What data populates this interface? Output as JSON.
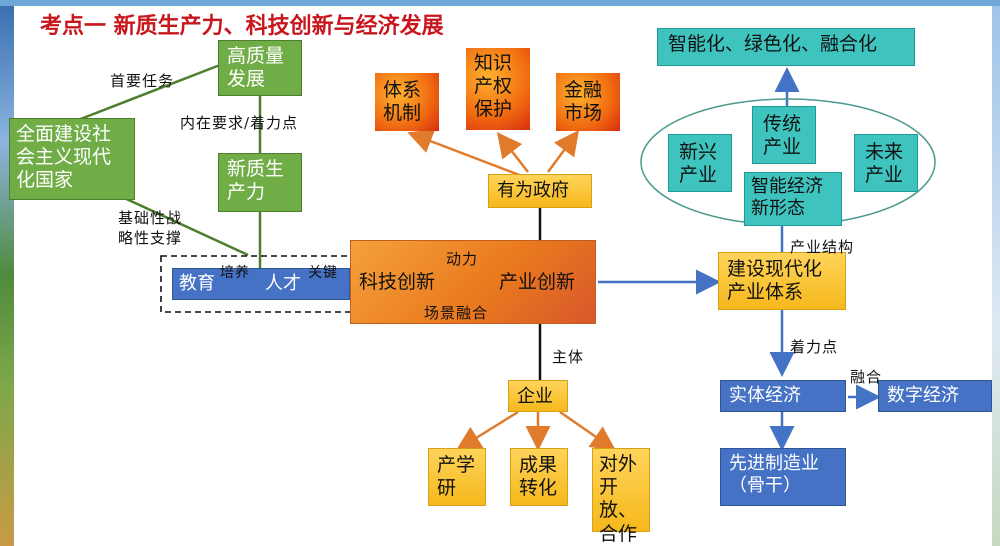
{
  "title": "考点一  新质生产力、科技创新与经济发展",
  "nodes": {
    "high_quality": "高质量\n发展",
    "modern_country": "全面建设社\n会主义现代\n化国家",
    "new_productivity": "新质生\n产力",
    "education": "教育",
    "talent": "人才",
    "sci_innovation": "科技创新",
    "industry_innovation": "产业创新",
    "system": "体系\n机制",
    "ip": "知识\n产权\n保护",
    "finance": "金融\n市场",
    "gov": "有为政府",
    "enterprise": "企业",
    "univ": "产学\n研",
    "transfer": "成果\n转化",
    "openness": "对外\n开放、\n合作",
    "smart": "智能化、绿色化、融合化",
    "emerging": "新兴\n产业",
    "traditional": "传统\n产业",
    "future": "未来\n产业",
    "new_form": "智能经济\n新形态",
    "modern_industry": "建设现代化\n产业体系",
    "real_economy": "实体经济",
    "digital_economy": "数字经济",
    "manufacturing": "先进制造业\n（骨干）"
  },
  "labels": {
    "primary_task": "首要任务",
    "requirement": "内在要求/着力点",
    "strategic": "基础性战\n略性支撑",
    "cultivate": "培养",
    "key": "关键",
    "power": "动力",
    "scene": "场景融合",
    "subject": "主体",
    "structure": "产业结构",
    "focus": "着力点",
    "fusion": "融合"
  },
  "colors": {
    "title": "#c8161d",
    "green": "#70ad47",
    "orange": "#ed7d31",
    "yellow": "#ffc000",
    "teal": "#3fc3be",
    "blue": "#4472c4",
    "arrow_orange": "#e07b2c",
    "arrow_blue": "#4472c4",
    "line_green": "#4c7f2e"
  }
}
